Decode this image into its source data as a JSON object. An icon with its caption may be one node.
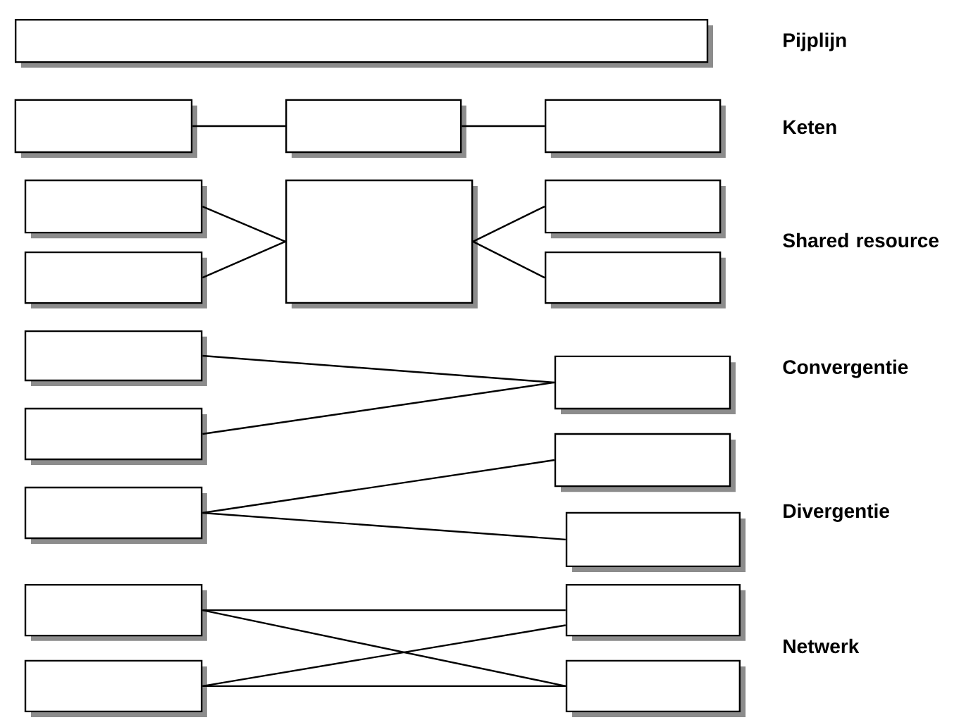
{
  "diagram": {
    "nodes": [
      {
        "text": [],
        "shape": "box"
      },
      {
        "text": [],
        "shape": "box"
      },
      {
        "text": [],
        "shape": "box"
      },
      {
        "text": [],
        "shape": "box"
      },
      {
        "text": [],
        "shape": "box"
      },
      {
        "text": [],
        "shape": "box"
      },
      {
        "text": [],
        "shape": "box"
      },
      {
        "text": [],
        "shape": "box"
      },
      {
        "text": [],
        "shape": "box"
      },
      {
        "text": [],
        "shape": "box"
      },
      {
        "text": [],
        "shape": "box"
      },
      {
        "text": [],
        "shape": "box"
      },
      {
        "text": [],
        "shape": "box"
      },
      {
        "text": [],
        "shape": "box"
      },
      {
        "text": [],
        "shape": "box"
      },
      {
        "text": [],
        "shape": "box"
      },
      {
        "text": [],
        "shape": "box"
      },
      {
        "text": [],
        "shape": "box"
      },
      {
        "text": [],
        "shape": "box"
      }
    ],
    "edges": [
      {
        "from": 1,
        "to": 2,
        "arrow": "none"
      },
      {
        "from": 2,
        "to": 3,
        "arrow": "none"
      },
      {
        "from": 4,
        "to": 6,
        "arrow": "none"
      },
      {
        "from": 5,
        "to": 6,
        "arrow": "none"
      },
      {
        "from": 6,
        "to": 7,
        "arrow": "none"
      },
      {
        "from": 6,
        "to": 8,
        "arrow": "none"
      },
      {
        "from": 9,
        "to": 11,
        "arrow": "none"
      },
      {
        "from": 10,
        "to": 11,
        "arrow": "none"
      },
      {
        "from": 12,
        "to": 13,
        "arrow": "none"
      },
      {
        "from": 12,
        "to": 14,
        "arrow": "none"
      },
      {
        "from": 15,
        "to": 17,
        "arrow": "none"
      },
      {
        "from": 15,
        "to": 18,
        "arrow": "none"
      },
      {
        "from": 16,
        "to": 17,
        "arrow": "none"
      },
      {
        "from": 16,
        "to": 18,
        "arrow": "none"
      }
    ],
    "labels": [
      "Pijplijn",
      "Keten",
      "Shared resource",
      "Convergentie",
      "Divergentie",
      "Netwerk"
    ]
  }
}
